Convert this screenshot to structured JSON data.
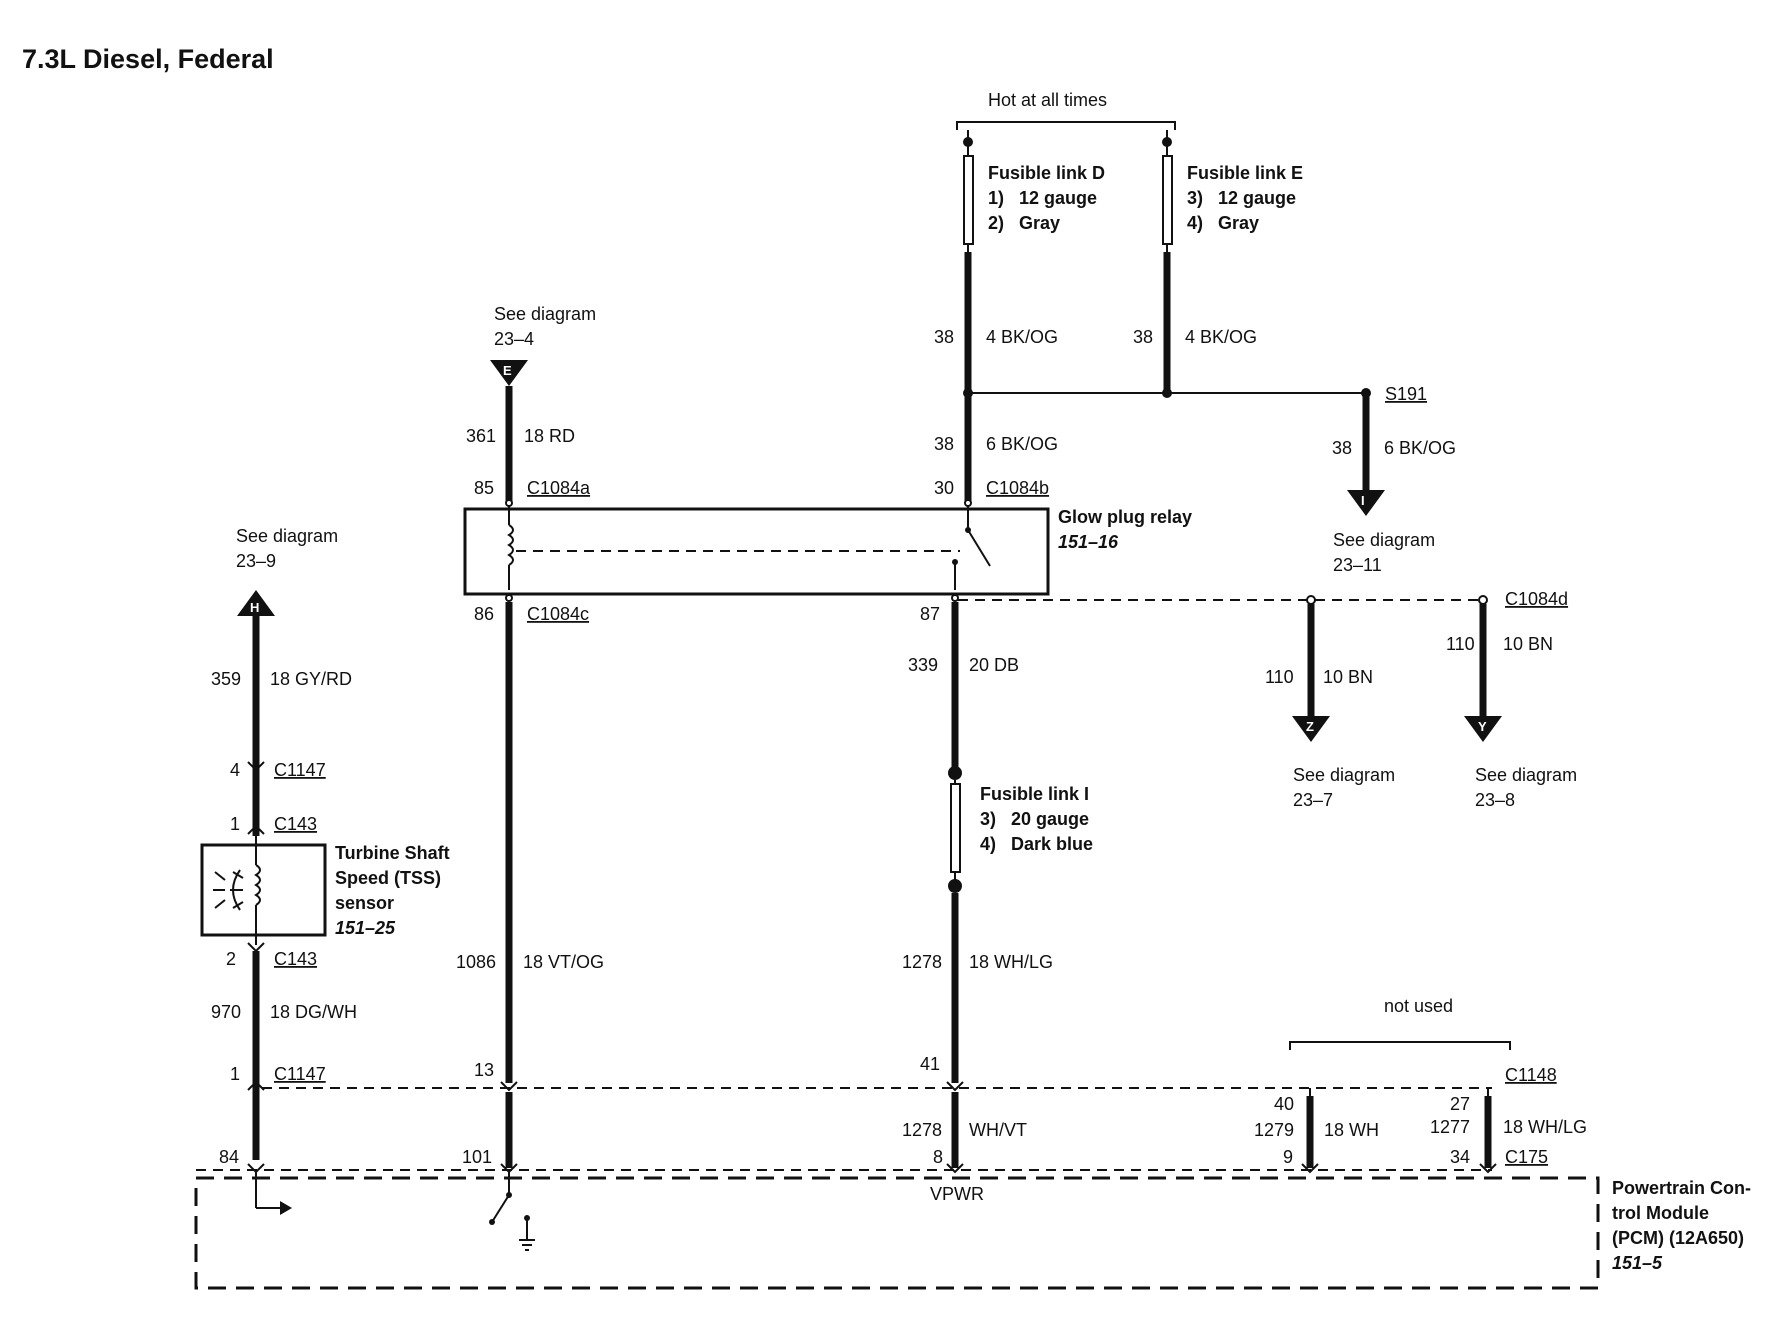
{
  "title": "7.3L Diesel, Federal",
  "hot_at_all_times": "Hot at all times",
  "not_used": "not used",
  "fusible_d": {
    "name": "Fusible link D",
    "line1": "1)   12 gauge",
    "line2": "2)   Gray"
  },
  "fusible_e": {
    "name": "Fusible link E",
    "line1": "3)   12 gauge",
    "line2": "4)   Gray"
  },
  "fusible_i": {
    "name": "Fusible link I",
    "line1": "3)   20 gauge",
    "line2": "4)   Dark blue"
  },
  "glow_relay": {
    "name": "Glow plug relay",
    "ref": "151–16"
  },
  "tss": {
    "line1": "Turbine Shaft",
    "line2": "Speed (TSS)",
    "line3": "sensor",
    "ref": "151–25"
  },
  "pcm": {
    "line1": "Powertrain Con-",
    "line2": "trol Module",
    "line3": "(PCM) (12A650)",
    "ref": "151–5",
    "pin_label": "VPWR"
  },
  "see_diagram": "See diagram",
  "refs": {
    "e": {
      "letter": "E",
      "ref": "23–4"
    },
    "h": {
      "letter": "H",
      "ref": "23–9"
    },
    "i": {
      "letter": "I",
      "ref": "23–11"
    },
    "z": {
      "letter": "Z",
      "ref": "23–7"
    },
    "y": {
      "letter": "Y",
      "ref": "23–8"
    }
  },
  "connectors": {
    "c1084a": "C1084a",
    "c1084b": "C1084b",
    "c1084c": "C1084c",
    "c1084d": "C1084d",
    "c1147": "C1147",
    "c143": "C143",
    "c1148": "C1148",
    "c175": "C175",
    "s191": "S191"
  },
  "wires": {
    "w38a": {
      "circuit": "38",
      "gauge": "4 BK/OG"
    },
    "w38b": {
      "circuit": "38",
      "gauge": "4 BK/OG"
    },
    "w38c": {
      "circuit": "38",
      "gauge": "6 BK/OG"
    },
    "w38d": {
      "circuit": "38",
      "gauge": "6 BK/OG"
    },
    "w361": {
      "circuit": "361",
      "gauge": "18 RD"
    },
    "w339": {
      "circuit": "339",
      "gauge": "20 DB"
    },
    "w110a": {
      "circuit": "110",
      "gauge": "10 BN"
    },
    "w110b": {
      "circuit": "110",
      "gauge": "10 BN"
    },
    "w359": {
      "circuit": "359",
      "gauge": "18 GY/RD"
    },
    "w970": {
      "circuit": "970",
      "gauge": "18 DG/WH"
    },
    "w1086": {
      "circuit": "1086",
      "gauge": "18 VT/OG"
    },
    "w1278a": {
      "circuit": "1278",
      "gauge": "18 WH/LG"
    },
    "w1278b": {
      "circuit": "1278",
      "gauge": "WH/VT"
    },
    "w1279": {
      "circuit": "1279",
      "gauge": "18 WH"
    },
    "w1277": {
      "circuit": "1277",
      "gauge": "18 WH/LG"
    }
  },
  "pins": {
    "p85": "85",
    "p30": "30",
    "p86": "86",
    "p87": "87",
    "p4": "4",
    "p1a": "1",
    "p2": "2",
    "p1b": "1",
    "p84": "84",
    "p13": "13",
    "p101": "101",
    "p41": "41",
    "p8": "8",
    "p40": "40",
    "p9": "9",
    "p27": "27",
    "p34": "34"
  }
}
